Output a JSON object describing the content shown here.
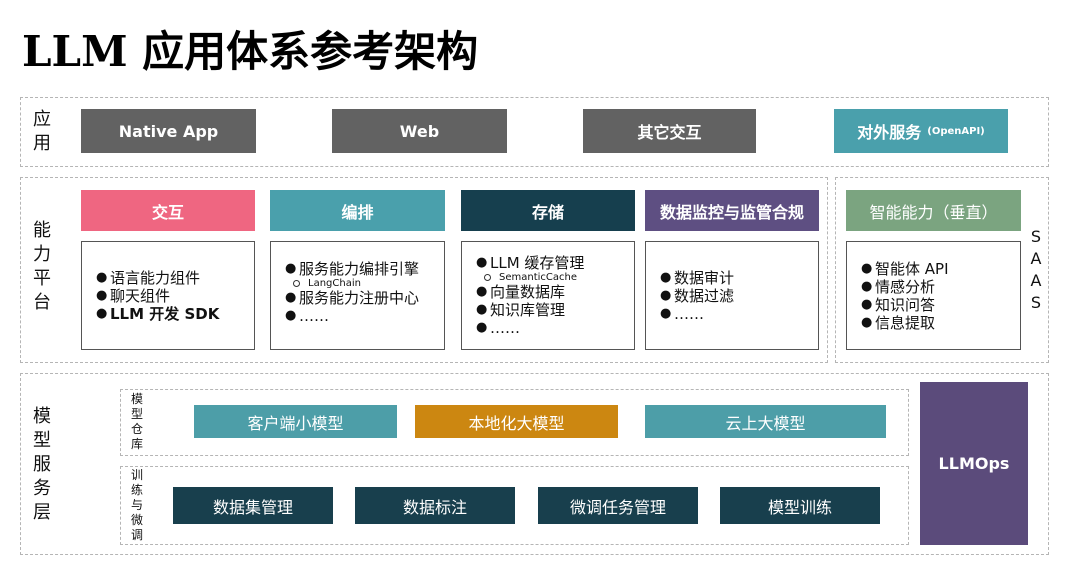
{
  "title": "LLM 应用体系参考架构",
  "colors": {
    "gray": "#626262",
    "teal": "#4aa0ac",
    "pink": "#ef6681",
    "navy": "#163f4e",
    "purple": "#5e4f82",
    "green": "#7ba480",
    "orange": "#cc8711",
    "model_teal": "#4d9ea8",
    "train_navy": "#183f4d",
    "llmops": "#5b4b7b"
  },
  "app_layer": {
    "label": [
      "应",
      "用"
    ],
    "items": [
      {
        "label": "Native App"
      },
      {
        "label": "Web"
      },
      {
        "label": "其它交互"
      },
      {
        "label": "对外服务",
        "sub": "(OpenAPI)"
      }
    ]
  },
  "platform_layer": {
    "label": [
      "能",
      "力",
      "平",
      "台"
    ],
    "columns": [
      {
        "header": "交互",
        "items": [
          {
            "text": "语言能力组件",
            "bold": false
          },
          {
            "text": "聊天组件",
            "bold": false
          },
          {
            "text": "LLM 开发 SDK",
            "bold": true
          }
        ]
      },
      {
        "header": "编排",
        "items": [
          {
            "text": "服务能力编排引擎",
            "bold": false,
            "sub": "LangChain"
          },
          {
            "text": "服务能力注册中心",
            "bold": false
          },
          {
            "text": "……",
            "bold": false
          }
        ]
      },
      {
        "header": "存储",
        "items": [
          {
            "text": "LLM 缓存管理",
            "bold": false,
            "sub": "SemanticCache"
          },
          {
            "text": "向量数据库",
            "bold": false
          },
          {
            "text": "知识库管理",
            "bold": false
          },
          {
            "text": "……",
            "bold": false
          }
        ]
      },
      {
        "header": "数据监控与监管合规",
        "items": [
          {
            "text": "数据审计",
            "bold": false
          },
          {
            "text": "数据过滤",
            "bold": false
          },
          {
            "text": "……",
            "bold": false
          }
        ]
      }
    ]
  },
  "saas_block": {
    "header": "智能能力（垂直）",
    "items": [
      {
        "text": "智能体 API"
      },
      {
        "text": "情感分析"
      },
      {
        "text": "知识问答"
      },
      {
        "text": "信息提取"
      }
    ],
    "side_label": [
      "S",
      "A",
      "A",
      "S"
    ]
  },
  "model_layer": {
    "label": [
      "模",
      "型",
      "服",
      "务",
      "层"
    ],
    "repo": {
      "label": [
        "模",
        "型",
        "仓",
        "库"
      ],
      "items": [
        {
          "label": "客户端小模型"
        },
        {
          "label": "本地化大模型"
        },
        {
          "label": "云上大模型"
        }
      ]
    },
    "training": {
      "label": [
        "训",
        "练",
        "与",
        "微",
        "调"
      ],
      "items": [
        {
          "label": "数据集管理"
        },
        {
          "label": "数据标注"
        },
        {
          "label": "微调任务管理"
        },
        {
          "label": "模型训练"
        }
      ]
    },
    "ops": {
      "label": "LLMOps"
    }
  }
}
